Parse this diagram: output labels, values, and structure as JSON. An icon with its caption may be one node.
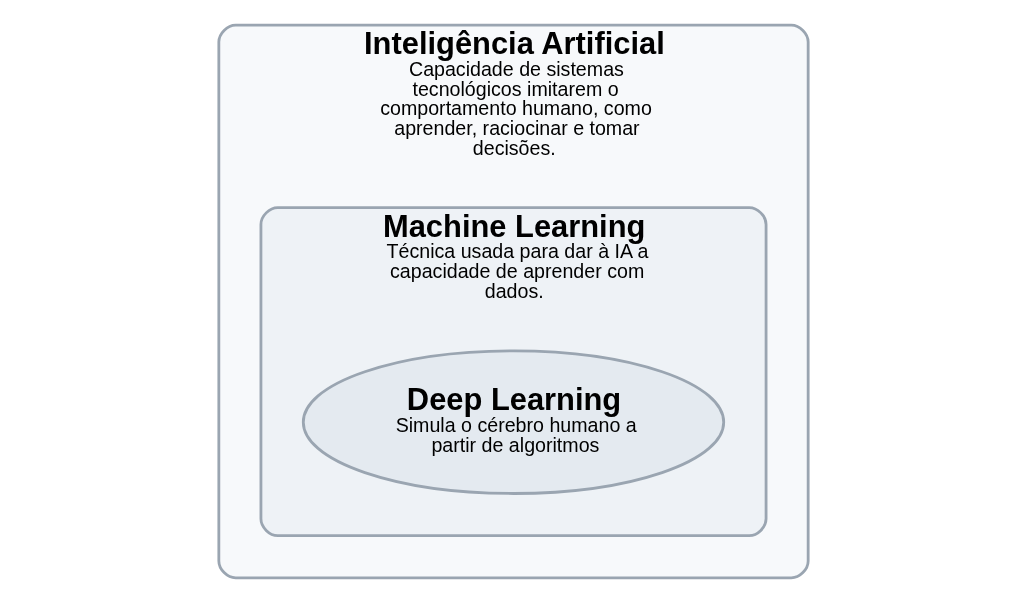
{
  "diagram": {
    "nodes": [
      {
        "text": [
          "Inteligência Artificial",
          "Capacidade de sistemas tecnológicos imitarem o comportamento humano, como aprender, raciocinar e tomar decisões."
        ]
      },
      {
        "text": [
          "Machine Learning",
          "Técnica usada para dar à IA a capacidade de aprender com dados."
        ],
        "in": 0
      },
      {
        "text": [
          "Deep Learning",
          "Simula o cérebro humano a partir de algoritmos"
        ],
        "in": 1
      }
    ],
    "edges": []
  }
}
